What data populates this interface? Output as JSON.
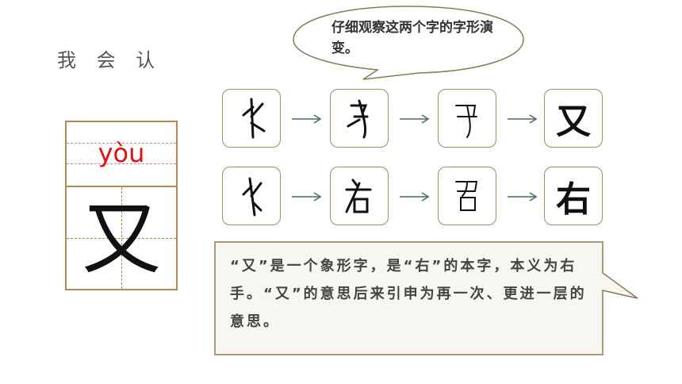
{
  "header": {
    "title": "我 会 认"
  },
  "character": {
    "pinyin": "yòu",
    "glyph": "又"
  },
  "bubble": {
    "text": "仔细观察这两个字的字形演变。"
  },
  "evolution": {
    "row1_modern": "又",
    "row2_modern": "右"
  },
  "explanation": {
    "text": "“又”是一个象形字，是“右”的本字，本义为右手。“又”的意思后来引申为再一次、更进一层的意思。"
  },
  "colors": {
    "grid": "#b08a50",
    "pinyin": "#e01010",
    "card_border": "#a08a6a",
    "box_fill": "#f8f6f0"
  }
}
